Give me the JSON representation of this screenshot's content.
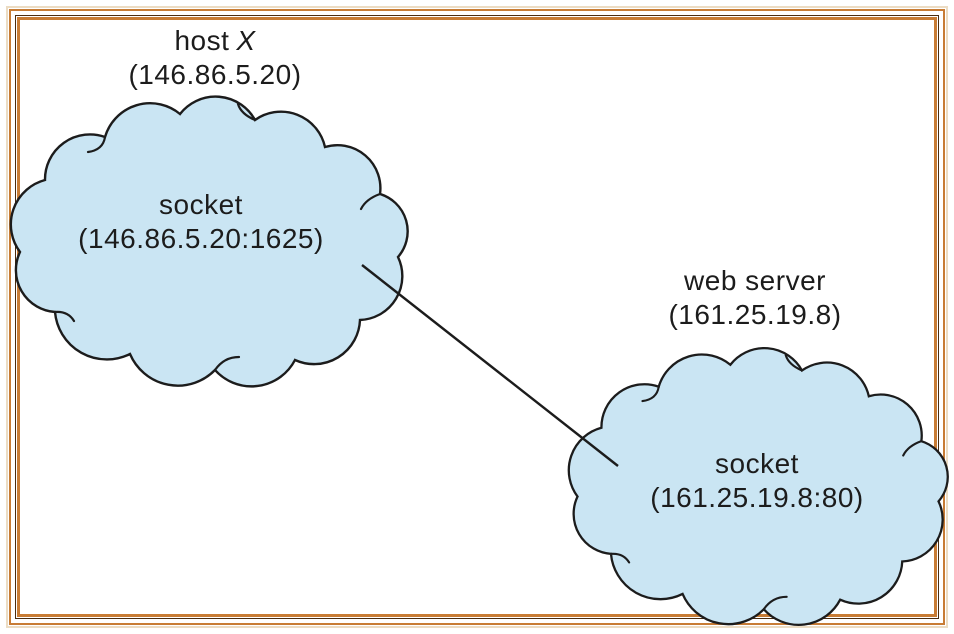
{
  "diagram": {
    "host": {
      "name": "host",
      "name_suffix": "X",
      "address": "(146.86.5.20)"
    },
    "host_socket": {
      "label": "socket",
      "address": "(146.86.5.20:1625)"
    },
    "web_server": {
      "name": "web server",
      "address": "(161.25.19.8)"
    },
    "server_socket": {
      "label": "socket",
      "address": "(161.25.19.8:80)"
    },
    "colors": {
      "cloud_fill": "#cae5f3",
      "cloud_stroke": "#1c1c1c",
      "connector_stroke": "#1c1c1c",
      "frame_orange": "#c87c35",
      "frame_dark": "#4a2c10",
      "frame_light": "#ecdcc3"
    }
  }
}
